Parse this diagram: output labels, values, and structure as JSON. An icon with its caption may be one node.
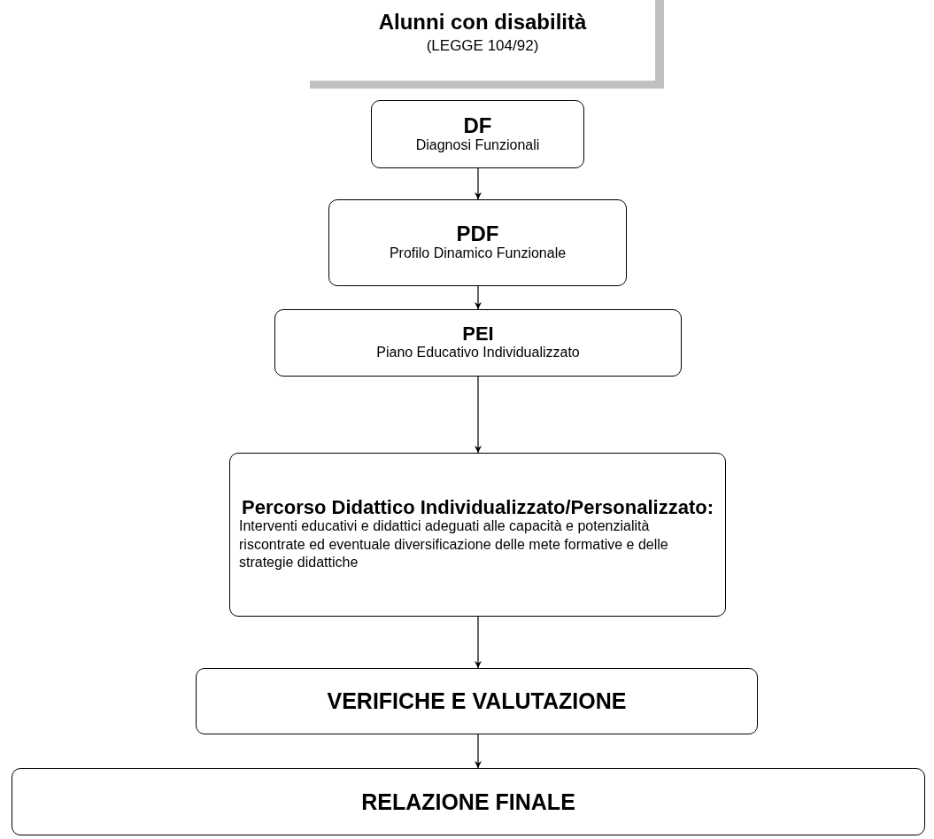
{
  "diagram": {
    "nodes": [
      {
        "text": [
          "Alunni con disabilità",
          "(LEGGE 104/92)"
        ]
      },
      {
        "text": [
          "DF",
          "Diagnosi Funzionali"
        ]
      },
      {
        "text": [
          "PDF",
          "Profilo Dinamico Funzionale"
        ]
      },
      {
        "text": [
          "PEI",
          "Piano Educativo Individualizzato"
        ]
      },
      {
        "text": [
          "Percorso Didattico Individualizzato/Personalizzato:",
          "Interventi educativi e didattici adeguati alle capacità e potenzialità riscontrate ed eventuale diversificazione delle mete formative e delle strategie didattiche"
        ]
      },
      {
        "text": [
          "VERIFICHE E VALUTAZIONE"
        ]
      },
      {
        "text": [
          "RELAZIONE FINALE"
        ]
      }
    ],
    "edges": [
      {
        "from": 1,
        "to": 2,
        "arrow": "to"
      },
      {
        "from": 2,
        "to": 3,
        "arrow": "to"
      },
      {
        "from": 3,
        "to": 4,
        "arrow": "to"
      },
      {
        "from": 4,
        "to": 5,
        "arrow": "to"
      },
      {
        "from": 5,
        "to": 6,
        "arrow": "to"
      }
    ]
  }
}
